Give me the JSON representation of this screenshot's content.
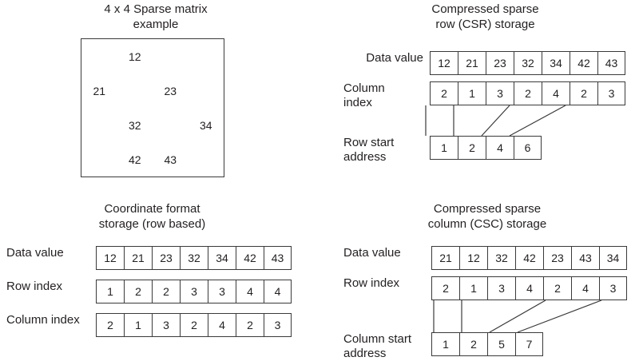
{
  "matrix": {
    "title": "4 x 4 Sparse matrix\nexample",
    "size": "4 x 4",
    "rows": [
      [
        "",
        "12",
        "",
        ""
      ],
      [
        "21",
        "",
        "23",
        ""
      ],
      [
        "",
        "32",
        "",
        "34"
      ],
      [
        "",
        "42",
        "43",
        ""
      ]
    ]
  },
  "csr": {
    "title": "Compressed sparse\nrow (CSR) storage",
    "labels": {
      "data": "Data value",
      "index": "Column\nindex",
      "start": "Row start\naddress"
    },
    "data_value": [
      "12",
      "21",
      "23",
      "32",
      "34",
      "42",
      "43"
    ],
    "column_index": [
      "2",
      "1",
      "3",
      "2",
      "4",
      "2",
      "3"
    ],
    "row_start_address": [
      "1",
      "2",
      "4",
      "6"
    ]
  },
  "coordinate": {
    "title": "Coordinate format\nstorage (row based)",
    "labels": {
      "data": "Data value",
      "row": "Row index",
      "column": "Column index"
    },
    "data_value": [
      "12",
      "21",
      "23",
      "32",
      "34",
      "42",
      "43"
    ],
    "row_index": [
      "1",
      "2",
      "2",
      "3",
      "3",
      "4",
      "4"
    ],
    "column_index": [
      "2",
      "1",
      "3",
      "2",
      "4",
      "2",
      "3"
    ]
  },
  "csc": {
    "title": "Compressed sparse\ncolumn (CSC) storage",
    "labels": {
      "data": "Data value",
      "index": "Row index",
      "start": "Column start\naddress"
    },
    "data_value": [
      "21",
      "12",
      "32",
      "42",
      "23",
      "43",
      "34"
    ],
    "row_index": [
      "2",
      "1",
      "3",
      "4",
      "2",
      "4",
      "3"
    ],
    "column_start_address": [
      "1",
      "2",
      "5",
      "7"
    ]
  },
  "colors": {
    "stroke": "#3a3a3a",
    "text": "#231f20",
    "background": "#ffffff"
  }
}
